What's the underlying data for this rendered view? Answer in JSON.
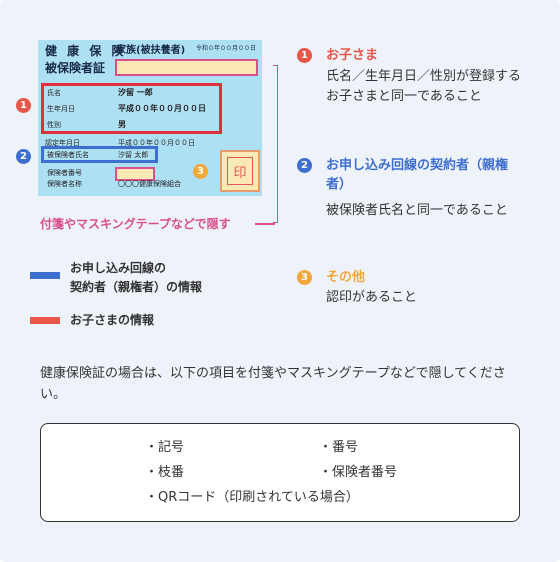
{
  "card": {
    "title": "健 康 保 険",
    "title_sub": "家族(被扶養者)",
    "title_date": "令和０年００月００日",
    "insured_label": "被保険者証",
    "rows_red": [
      {
        "label": "氏名",
        "value": "汐留 一郎"
      },
      {
        "label": "生年月日",
        "value": "平成００年００月００日"
      },
      {
        "label": "性別",
        "value": "男"
      }
    ],
    "issue_date_label": "認定年月日",
    "issue_date_value": "平成００年００月００日",
    "holder_label": "被保険者氏名",
    "holder_value": "汐留 太郎",
    "insurer_no_label": "保険者番号",
    "insurer_name_label": "保険者名称",
    "insurer_name_value": "〇〇〇健康保険組合",
    "stamp": "印"
  },
  "markers": {
    "one": "1",
    "two": "2",
    "three": "3"
  },
  "caption": "付箋やマスキングテープなどで隠す",
  "explanations": [
    {
      "num": "1",
      "heading": "お子さま",
      "body": "氏名／生年月日／性別が登録するお子さまと同一であること",
      "color": "#e8564a"
    },
    {
      "num": "2",
      "heading": "お申し込み回線の契約者（親権者）",
      "body": "被保険者氏名と同一であること",
      "color": "#3e6fd0"
    },
    {
      "num": "3",
      "heading": "その他",
      "body": "認印があること",
      "color": "#f2a73b"
    }
  ],
  "legend": [
    {
      "label_line1": "お申し込み回線の",
      "label_line2": "契約者（親権者）の情報",
      "color": "#3e6fd0"
    },
    {
      "label_line1": "お子さまの情報",
      "color": "#e8564a"
    }
  ],
  "note": "健康保険証の場合は、以下の項目を付箋やマスキングテープなどで隠してください。",
  "items": [
    "・記号",
    "・番号",
    "・枝番",
    "・保険者番号",
    "・QRコード（印刷されている場合）"
  ],
  "colors": {
    "accent_pink": "#d94f8c",
    "red": "#e8564a",
    "blue": "#3e6fd0",
    "orange": "#f2a73b",
    "background": "#eef3fa"
  }
}
